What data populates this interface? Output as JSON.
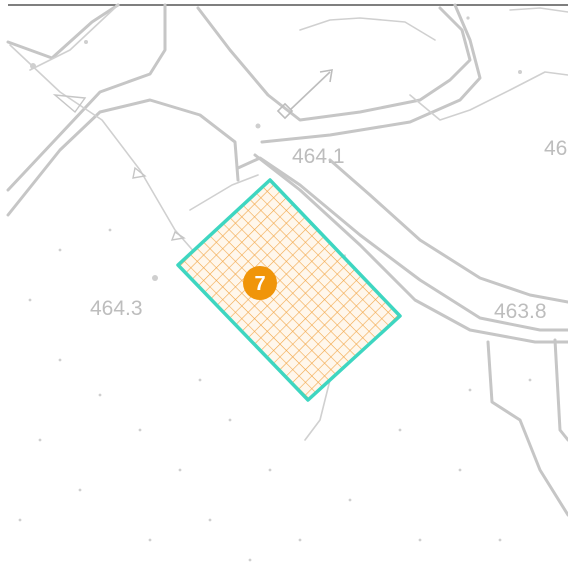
{
  "map": {
    "elevations": [
      {
        "id": "elev-464-1",
        "label": "464.1"
      },
      {
        "id": "elev-46-partial",
        "label": "46"
      },
      {
        "id": "elev-464-3",
        "label": "464.3"
      },
      {
        "id": "elev-463-8",
        "label": "463.8"
      }
    ],
    "parcel": {
      "badge": "7",
      "outline_color": "#3ed6c1",
      "hatch_color": "#f2a74a",
      "badge_color": "#f0950a"
    },
    "terrain_line_color": "#c6c6c6"
  }
}
